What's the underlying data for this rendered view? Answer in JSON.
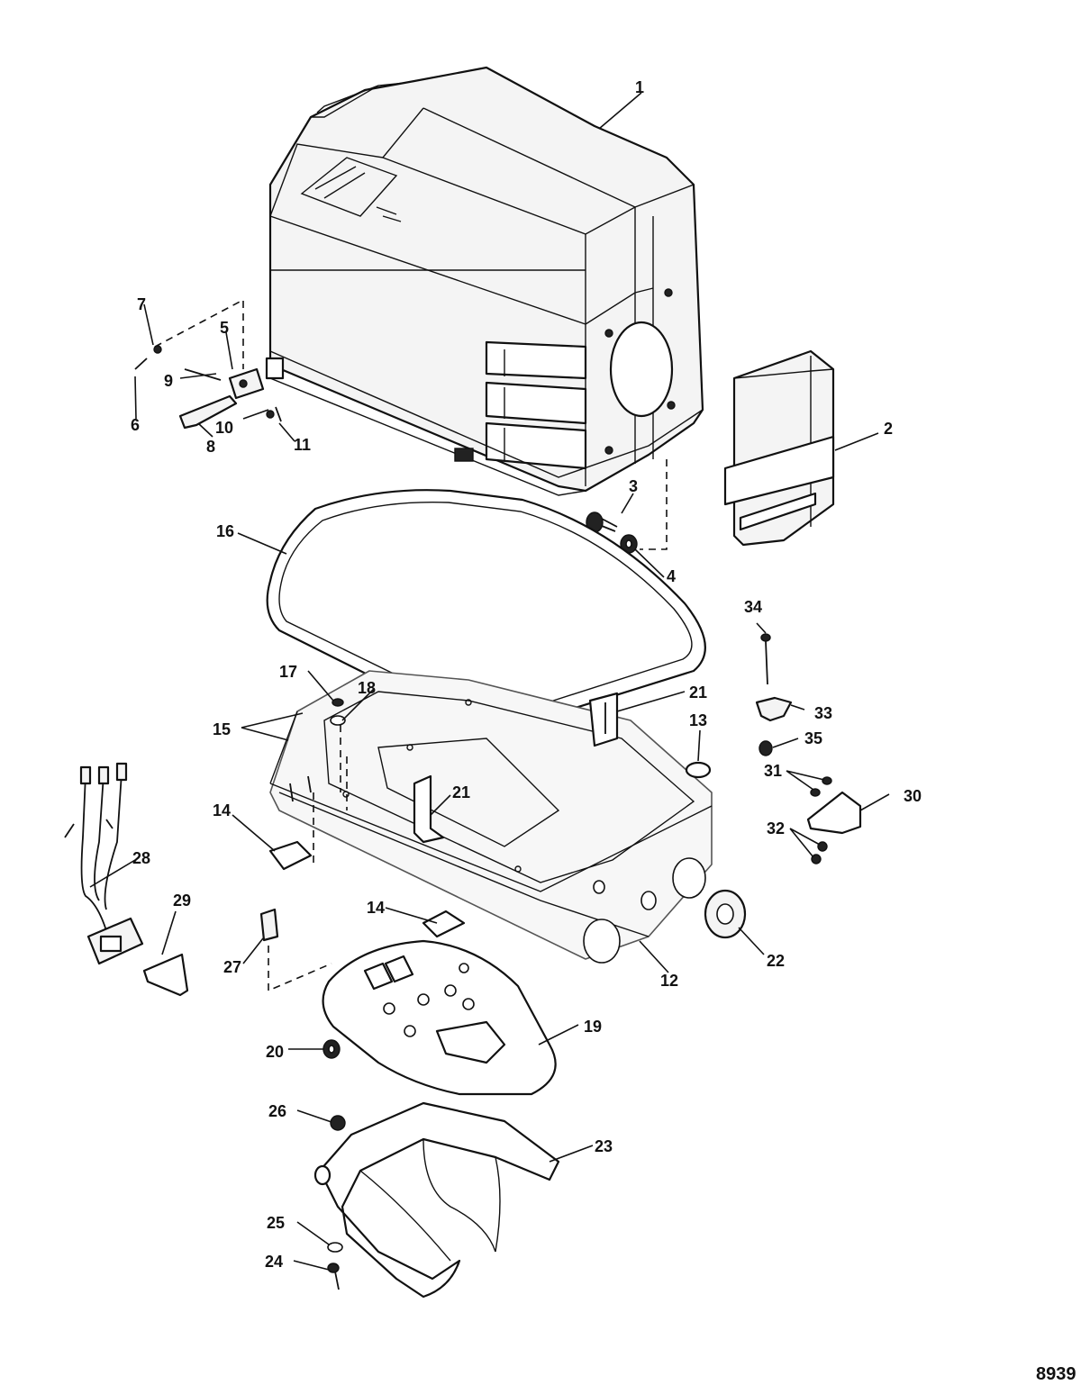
{
  "diagram": {
    "reference_number": "8939",
    "callouts": [
      "1",
      "2",
      "3",
      "4",
      "5",
      "6",
      "7",
      "8",
      "9",
      "10",
      "11",
      "12",
      "13",
      "14",
      "14",
      "15",
      "16",
      "17",
      "18",
      "19",
      "20",
      "21",
      "21",
      "22",
      "23",
      "24",
      "25",
      "26",
      "27",
      "28",
      "29",
      "30",
      "31",
      "32",
      "33",
      "34",
      "35"
    ]
  }
}
